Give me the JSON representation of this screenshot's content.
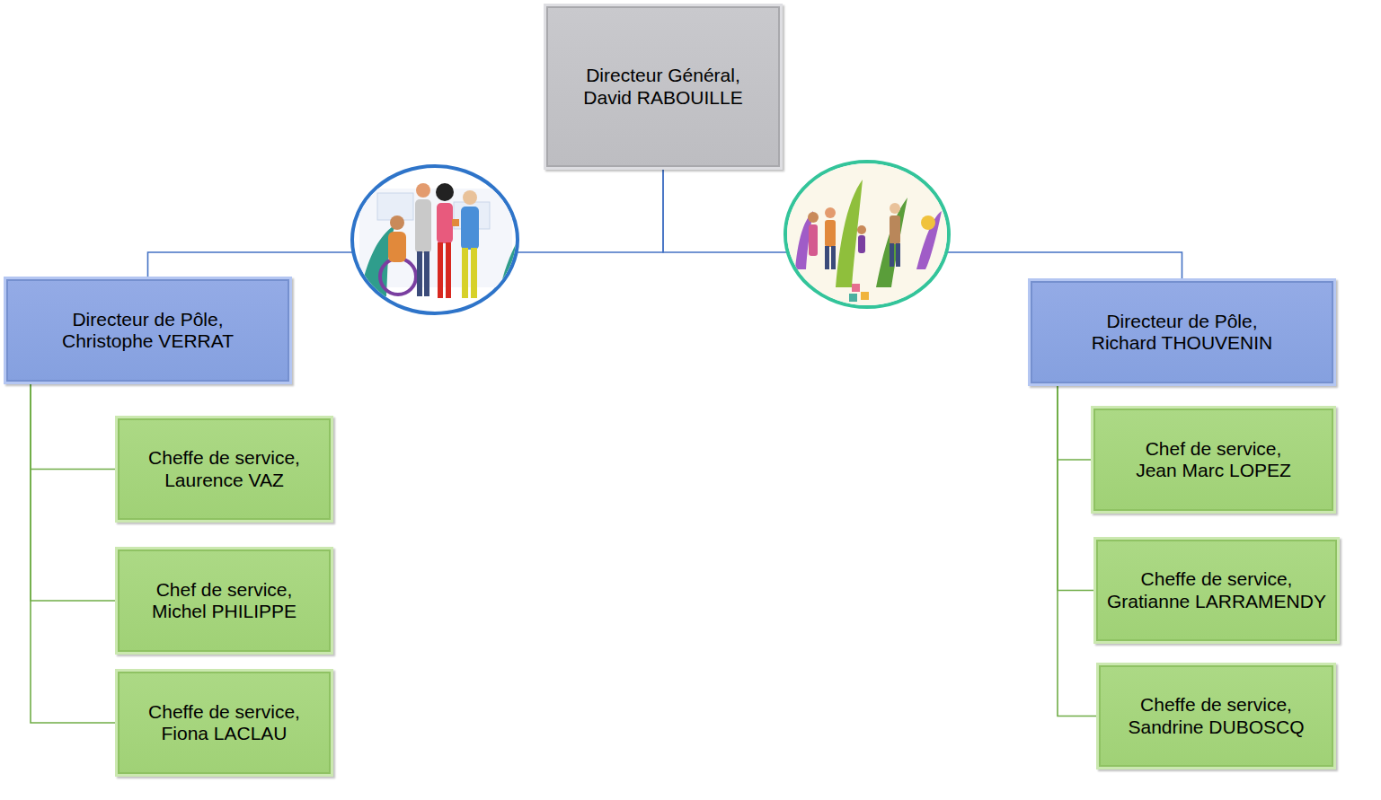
{
  "diagram": {
    "nodes": [
      {
        "text": [
          "Directeur Général, David RABOUILLE"
        ]
      },
      {
        "text": [
          "Directeur de Pôle, Christophe VERRAT"
        ]
      },
      {
        "text": [
          "Directeur de Pôle, Richard THOUVENIN"
        ]
      },
      {
        "text": [
          "Cheffe de service, Laurence VAZ"
        ]
      },
      {
        "text": [
          "Chef de service, Michel PHILIPPE"
        ]
      },
      {
        "text": [
          "Cheffe de service, Fiona LACLAU"
        ]
      },
      {
        "text": [
          "Chef de service, Jean Marc LOPEZ"
        ]
      },
      {
        "text": [
          "Cheffe de service, Gratianne LARRAMENDY"
        ]
      },
      {
        "text": [
          "Cheffe de service, Sandrine DUBOSCQ"
        ]
      }
    ],
    "edges": [
      {
        "from": 0,
        "to": 1,
        "arrow": "none"
      },
      {
        "from": 0,
        "to": 2,
        "arrow": "none"
      },
      {
        "from": 1,
        "to": 3,
        "arrow": "none"
      },
      {
        "from": 1,
        "to": 4,
        "arrow": "none"
      },
      {
        "from": 1,
        "to": 5,
        "arrow": "none"
      },
      {
        "from": 2,
        "to": 6,
        "arrow": "none"
      },
      {
        "from": 2,
        "to": 7,
        "arrow": "none"
      },
      {
        "from": 2,
        "to": 8,
        "arrow": "none"
      }
    ]
  }
}
